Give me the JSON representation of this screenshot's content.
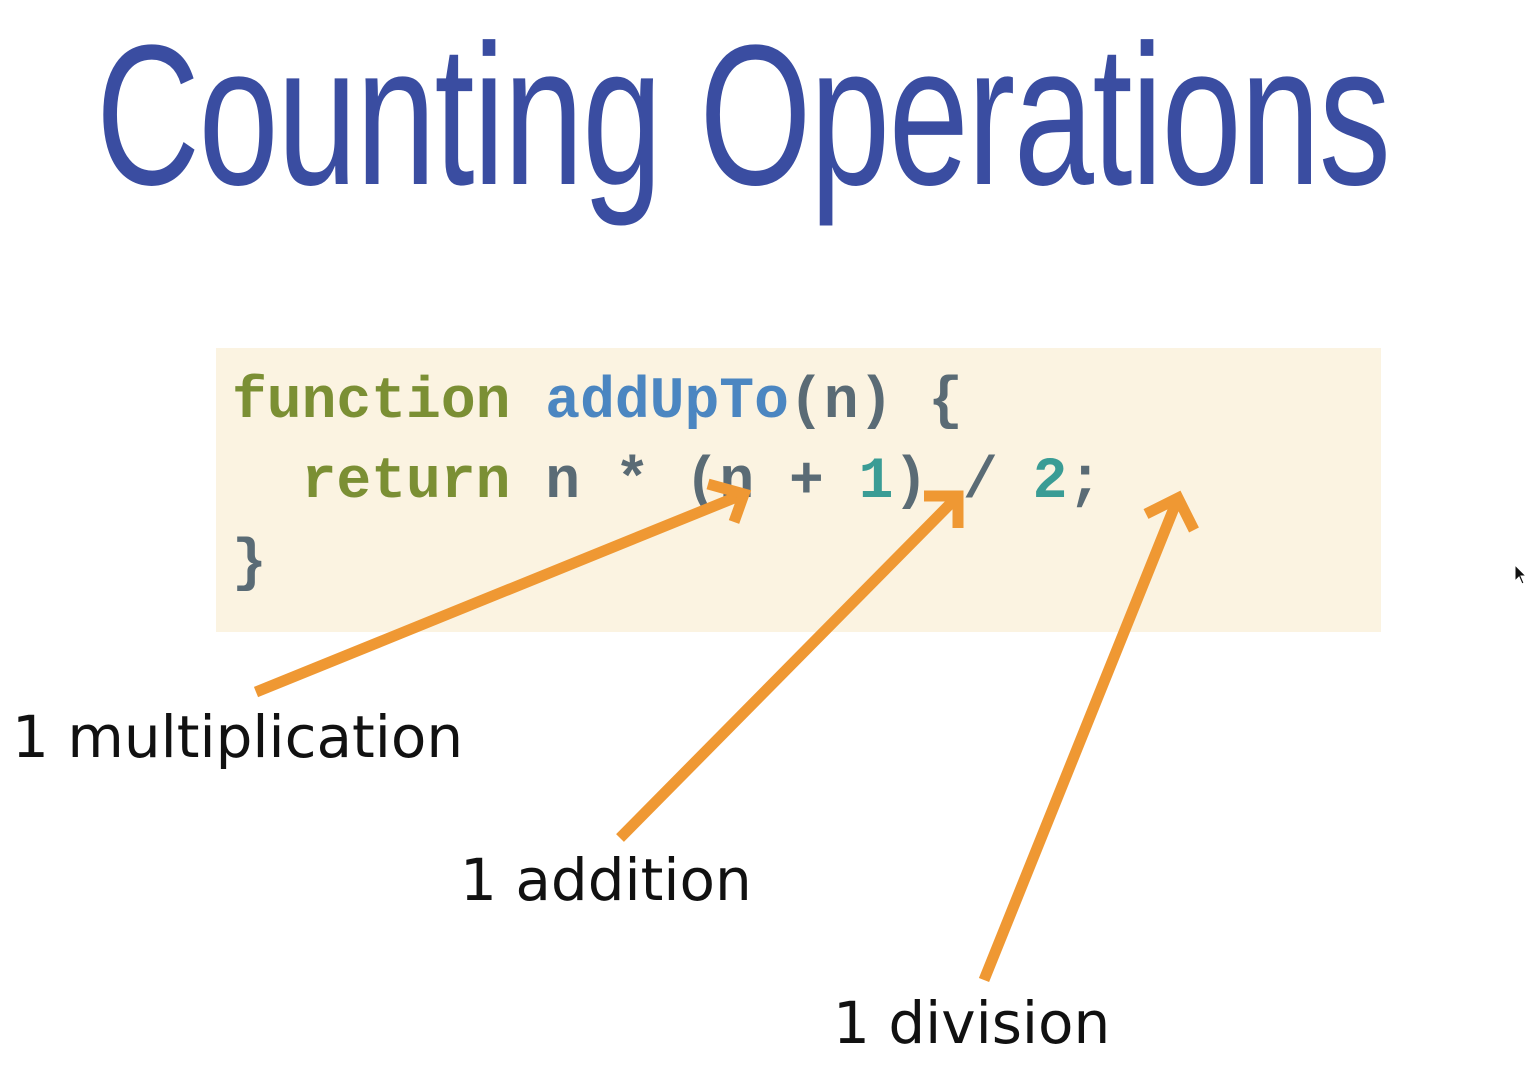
{
  "slide": {
    "title": "Counting Operations",
    "title_color": "#3a4da1",
    "code_background": "#fbf3e1",
    "arrow_color": "#ef9833"
  },
  "code": {
    "line1": {
      "keyword": "function",
      "name": "addUpTo",
      "params": "(n)",
      "brace": "{"
    },
    "line2": {
      "keyword": "return",
      "var1": "n",
      "op_mult": "*",
      "paren_open": "(",
      "var2": "n",
      "op_add": "+",
      "num1": "1",
      "paren_close": ")",
      "op_div": "/",
      "num2": "2",
      "semicolon": ";"
    },
    "line3": {
      "brace": "}"
    }
  },
  "annotations": {
    "multiplication": "1 multiplication",
    "addition": "1 addition",
    "division": "1 division"
  },
  "icons": {
    "cursor": "mouse-pointer-icon"
  }
}
